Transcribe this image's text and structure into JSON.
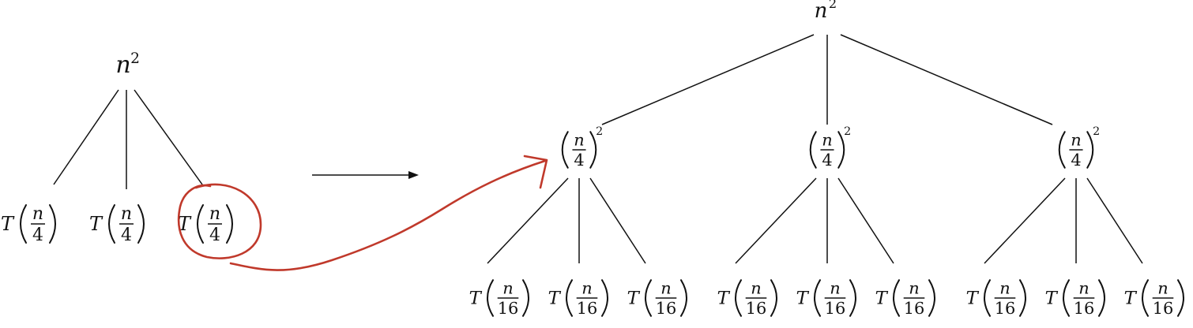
{
  "left_tree": {
    "root": {
      "base": "n",
      "exp": "2"
    },
    "children": [
      {
        "func": "T",
        "num": "n",
        "den": "4"
      },
      {
        "func": "T",
        "num": "n",
        "den": "4"
      },
      {
        "func": "T",
        "num": "n",
        "den": "4",
        "highlighted": true
      }
    ]
  },
  "right_tree": {
    "root": {
      "base": "n",
      "exp": "2"
    },
    "level1": [
      {
        "num": "n",
        "den": "4",
        "exp": "2"
      },
      {
        "num": "n",
        "den": "4",
        "exp": "2"
      },
      {
        "num": "n",
        "den": "4",
        "exp": "2"
      }
    ],
    "level2_term": {
      "func": "T",
      "num": "n",
      "den": "16"
    },
    "level2_count": 9
  },
  "colors": {
    "ink": "#111111",
    "annotation": "#c0392b"
  }
}
